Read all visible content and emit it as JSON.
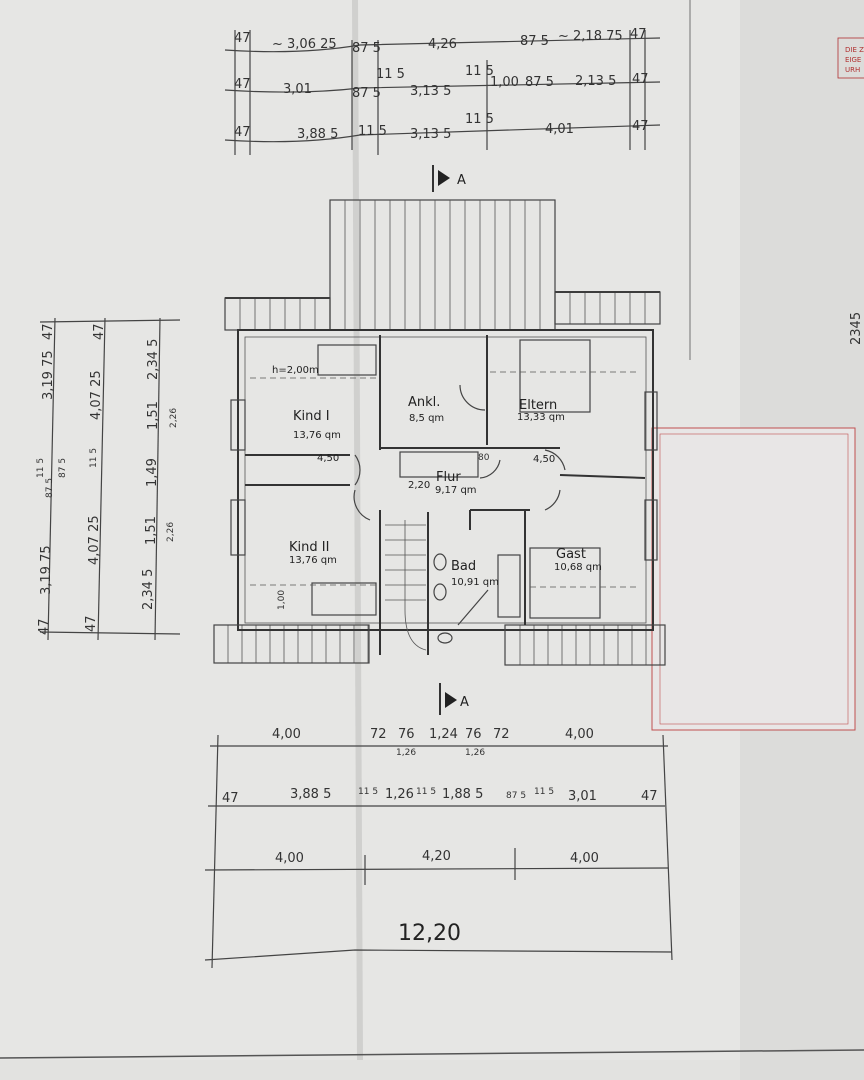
{
  "drawing": {
    "section_marker": "A",
    "rooms": [
      {
        "name": "Kind I",
        "area": "13,76 qm"
      },
      {
        "name": "Kind II",
        "area": "13,76 qm"
      },
      {
        "name": "Ankl.",
        "area": "8,5 qm"
      },
      {
        "name": "Eltern",
        "area": "13,33 qm"
      },
      {
        "name": "Flur",
        "area": "9,17 qm"
      },
      {
        "name": "Bad",
        "area": "10,91 qm"
      },
      {
        "name": "Gast",
        "area": "10,68 qm"
      }
    ],
    "notes": {
      "headroom": "h=2,00m",
      "kind1_width": "4,50",
      "gast_width": "4,50",
      "flur_width": "2,20",
      "flur_80": "80",
      "window_height": "1,00"
    },
    "top_dims": {
      "row1": [
        "47",
        "~ 3,06 25",
        "87 5",
        "4,26",
        "87 5",
        "~ 2,18 75",
        "47"
      ],
      "row2": [
        "47",
        "3,01",
        "87 5",
        "11 5",
        "3,13 5",
        "11 5",
        "1,00",
        "87 5",
        "2,13 5",
        "47"
      ],
      "row3": [
        "47",
        "3,88 5",
        "11 5",
        "3,13 5",
        "11 5",
        "4,01",
        "47"
      ]
    },
    "left_dims": {
      "col1": [
        "47",
        "3,19 75",
        "87 5",
        "11 5",
        "87 5",
        "3,19 75",
        "47"
      ],
      "col2": [
        "47",
        "4,07 25",
        "11 5",
        "4,07 25",
        "47"
      ],
      "col3": [
        "2,34 5",
        "1,51",
        "2,26",
        "1,49",
        "1,51",
        "2,26",
        "2,34 5"
      ]
    },
    "bottom_dims": {
      "row1": [
        "4,00",
        "72",
        "76",
        "1,26",
        "1,24",
        "76",
        "1,26",
        "72",
        "4,00"
      ],
      "row2": [
        "47",
        "3,88 5",
        "11 5",
        "1,26",
        "11 5",
        "1,88 5",
        "87 5",
        "11 5",
        "3,01",
        "47"
      ],
      "row3": [
        "4,00",
        "4,20",
        "4,00"
      ],
      "total": "12,20"
    },
    "stamp": [
      "DIE Z",
      "EIGE",
      "URH"
    ],
    "side_dim": "2345"
  }
}
